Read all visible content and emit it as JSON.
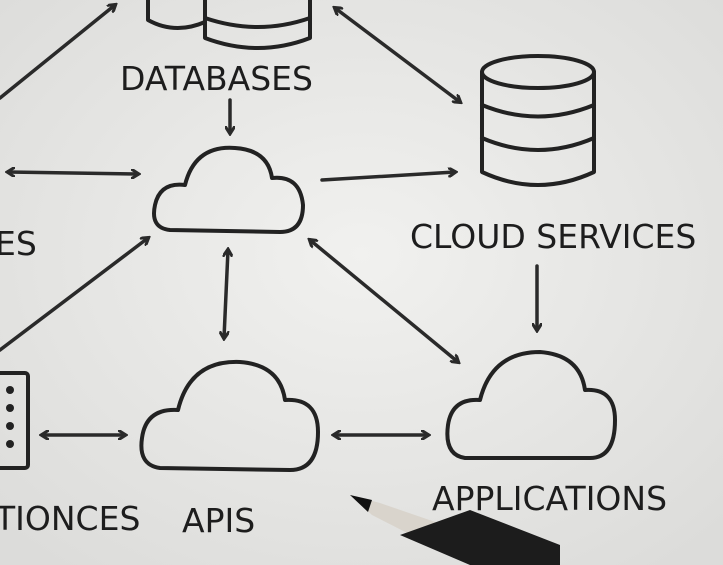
{
  "labels": {
    "databases": "DATABASES",
    "cloud_services": "CLOUD SERVICES",
    "applications": "APPLICATIONS",
    "apis": "APIS",
    "left_partial": "ES",
    "bottom_left_partial": "TIONCES"
  },
  "colors": {
    "background": "#e9e9e7",
    "ink": "#222222"
  }
}
